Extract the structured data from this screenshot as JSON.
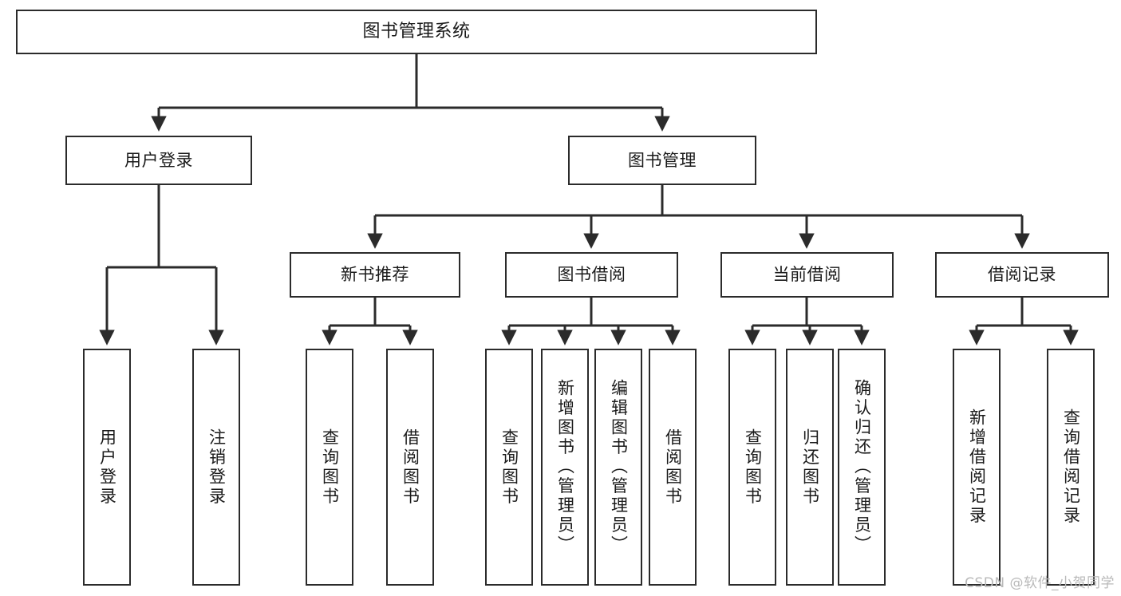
{
  "diagram": {
    "title": "图书管理系统",
    "type": "tree",
    "root": {
      "id": "root",
      "label": "图书管理系统"
    },
    "level2": [
      {
        "id": "user-login",
        "label": "用户登录"
      },
      {
        "id": "book-manage",
        "label": "图书管理"
      }
    ],
    "level3": [
      {
        "id": "new-book-rec",
        "label": "新书推荐",
        "parent": "book-manage"
      },
      {
        "id": "book-borrow",
        "label": "图书借阅",
        "parent": "book-manage"
      },
      {
        "id": "current-borrow",
        "label": "当前借阅",
        "parent": "book-manage"
      },
      {
        "id": "borrow-record",
        "label": "借阅记录",
        "parent": "book-manage"
      }
    ],
    "leaves": [
      {
        "id": "leaf-user-login",
        "label": "用户登录",
        "parent": "user-login"
      },
      {
        "id": "leaf-logout",
        "label": "注销登录",
        "parent": "user-login"
      },
      {
        "id": "leaf-query-book-1",
        "label": "查询图书",
        "parent": "new-book-rec"
      },
      {
        "id": "leaf-borrow-book-1",
        "label": "借阅图书",
        "parent": "new-book-rec"
      },
      {
        "id": "leaf-query-book-2",
        "label": "查询图书",
        "parent": "book-borrow"
      },
      {
        "id": "leaf-add-book",
        "label": "新增图书（管理员）",
        "parent": "book-borrow"
      },
      {
        "id": "leaf-edit-book",
        "label": "编辑图书（管理员）",
        "parent": "book-borrow"
      },
      {
        "id": "leaf-borrow-book-2",
        "label": "借阅图书",
        "parent": "book-borrow"
      },
      {
        "id": "leaf-query-book-3",
        "label": "查询图书",
        "parent": "current-borrow"
      },
      {
        "id": "leaf-return-book",
        "label": "归还图书",
        "parent": "current-borrow"
      },
      {
        "id": "leaf-confirm-return",
        "label": "确认归还（管理员）",
        "parent": "current-borrow"
      },
      {
        "id": "leaf-add-record",
        "label": "新增借阅记录",
        "parent": "borrow-record"
      },
      {
        "id": "leaf-query-record",
        "label": "查询借阅记录",
        "parent": "borrow-record"
      }
    ],
    "colors": {
      "stroke": "#2b2b2b",
      "fill": "#ffffff",
      "text": "#1a1a1a",
      "watermark": "#b9b9b9"
    }
  },
  "watermark": {
    "text": "CSDN @软件_小贺同学"
  }
}
